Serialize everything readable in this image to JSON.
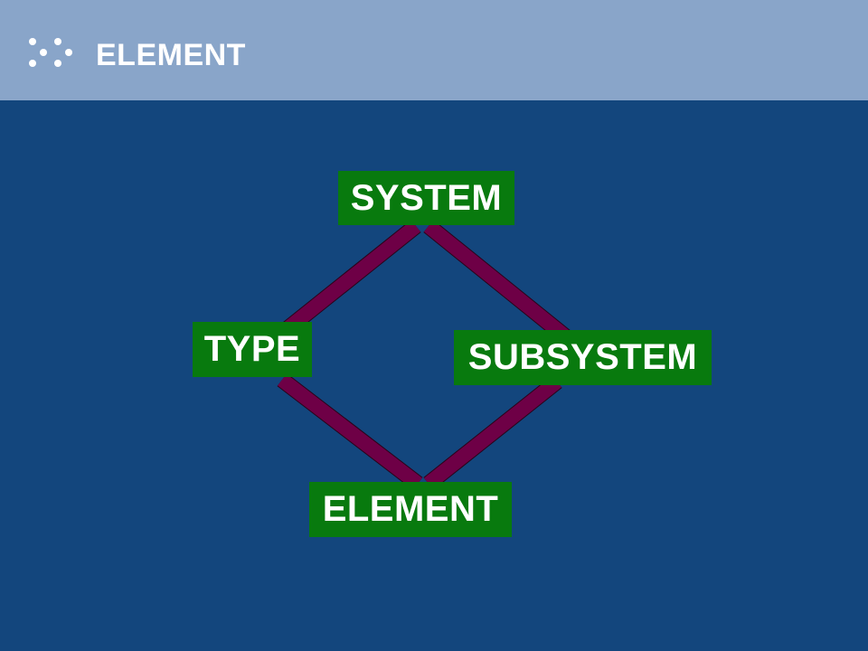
{
  "header": {
    "title": "ELEMENT",
    "logo_icon": "dots-logo-icon"
  },
  "diagram": {
    "nodes": {
      "system": "SYSTEM",
      "type": "TYPE",
      "subsystem": "SUBSYSTEM",
      "element": "ELEMENT"
    },
    "edges": [
      [
        "system",
        "type"
      ],
      [
        "system",
        "subsystem"
      ],
      [
        "type",
        "element"
      ],
      [
        "subsystem",
        "element"
      ]
    ]
  },
  "colors": {
    "background": "#13467d",
    "header": "#89a5c9",
    "node_fill": "#087a0e",
    "connector": "#6e0046",
    "text": "#ffffff"
  }
}
